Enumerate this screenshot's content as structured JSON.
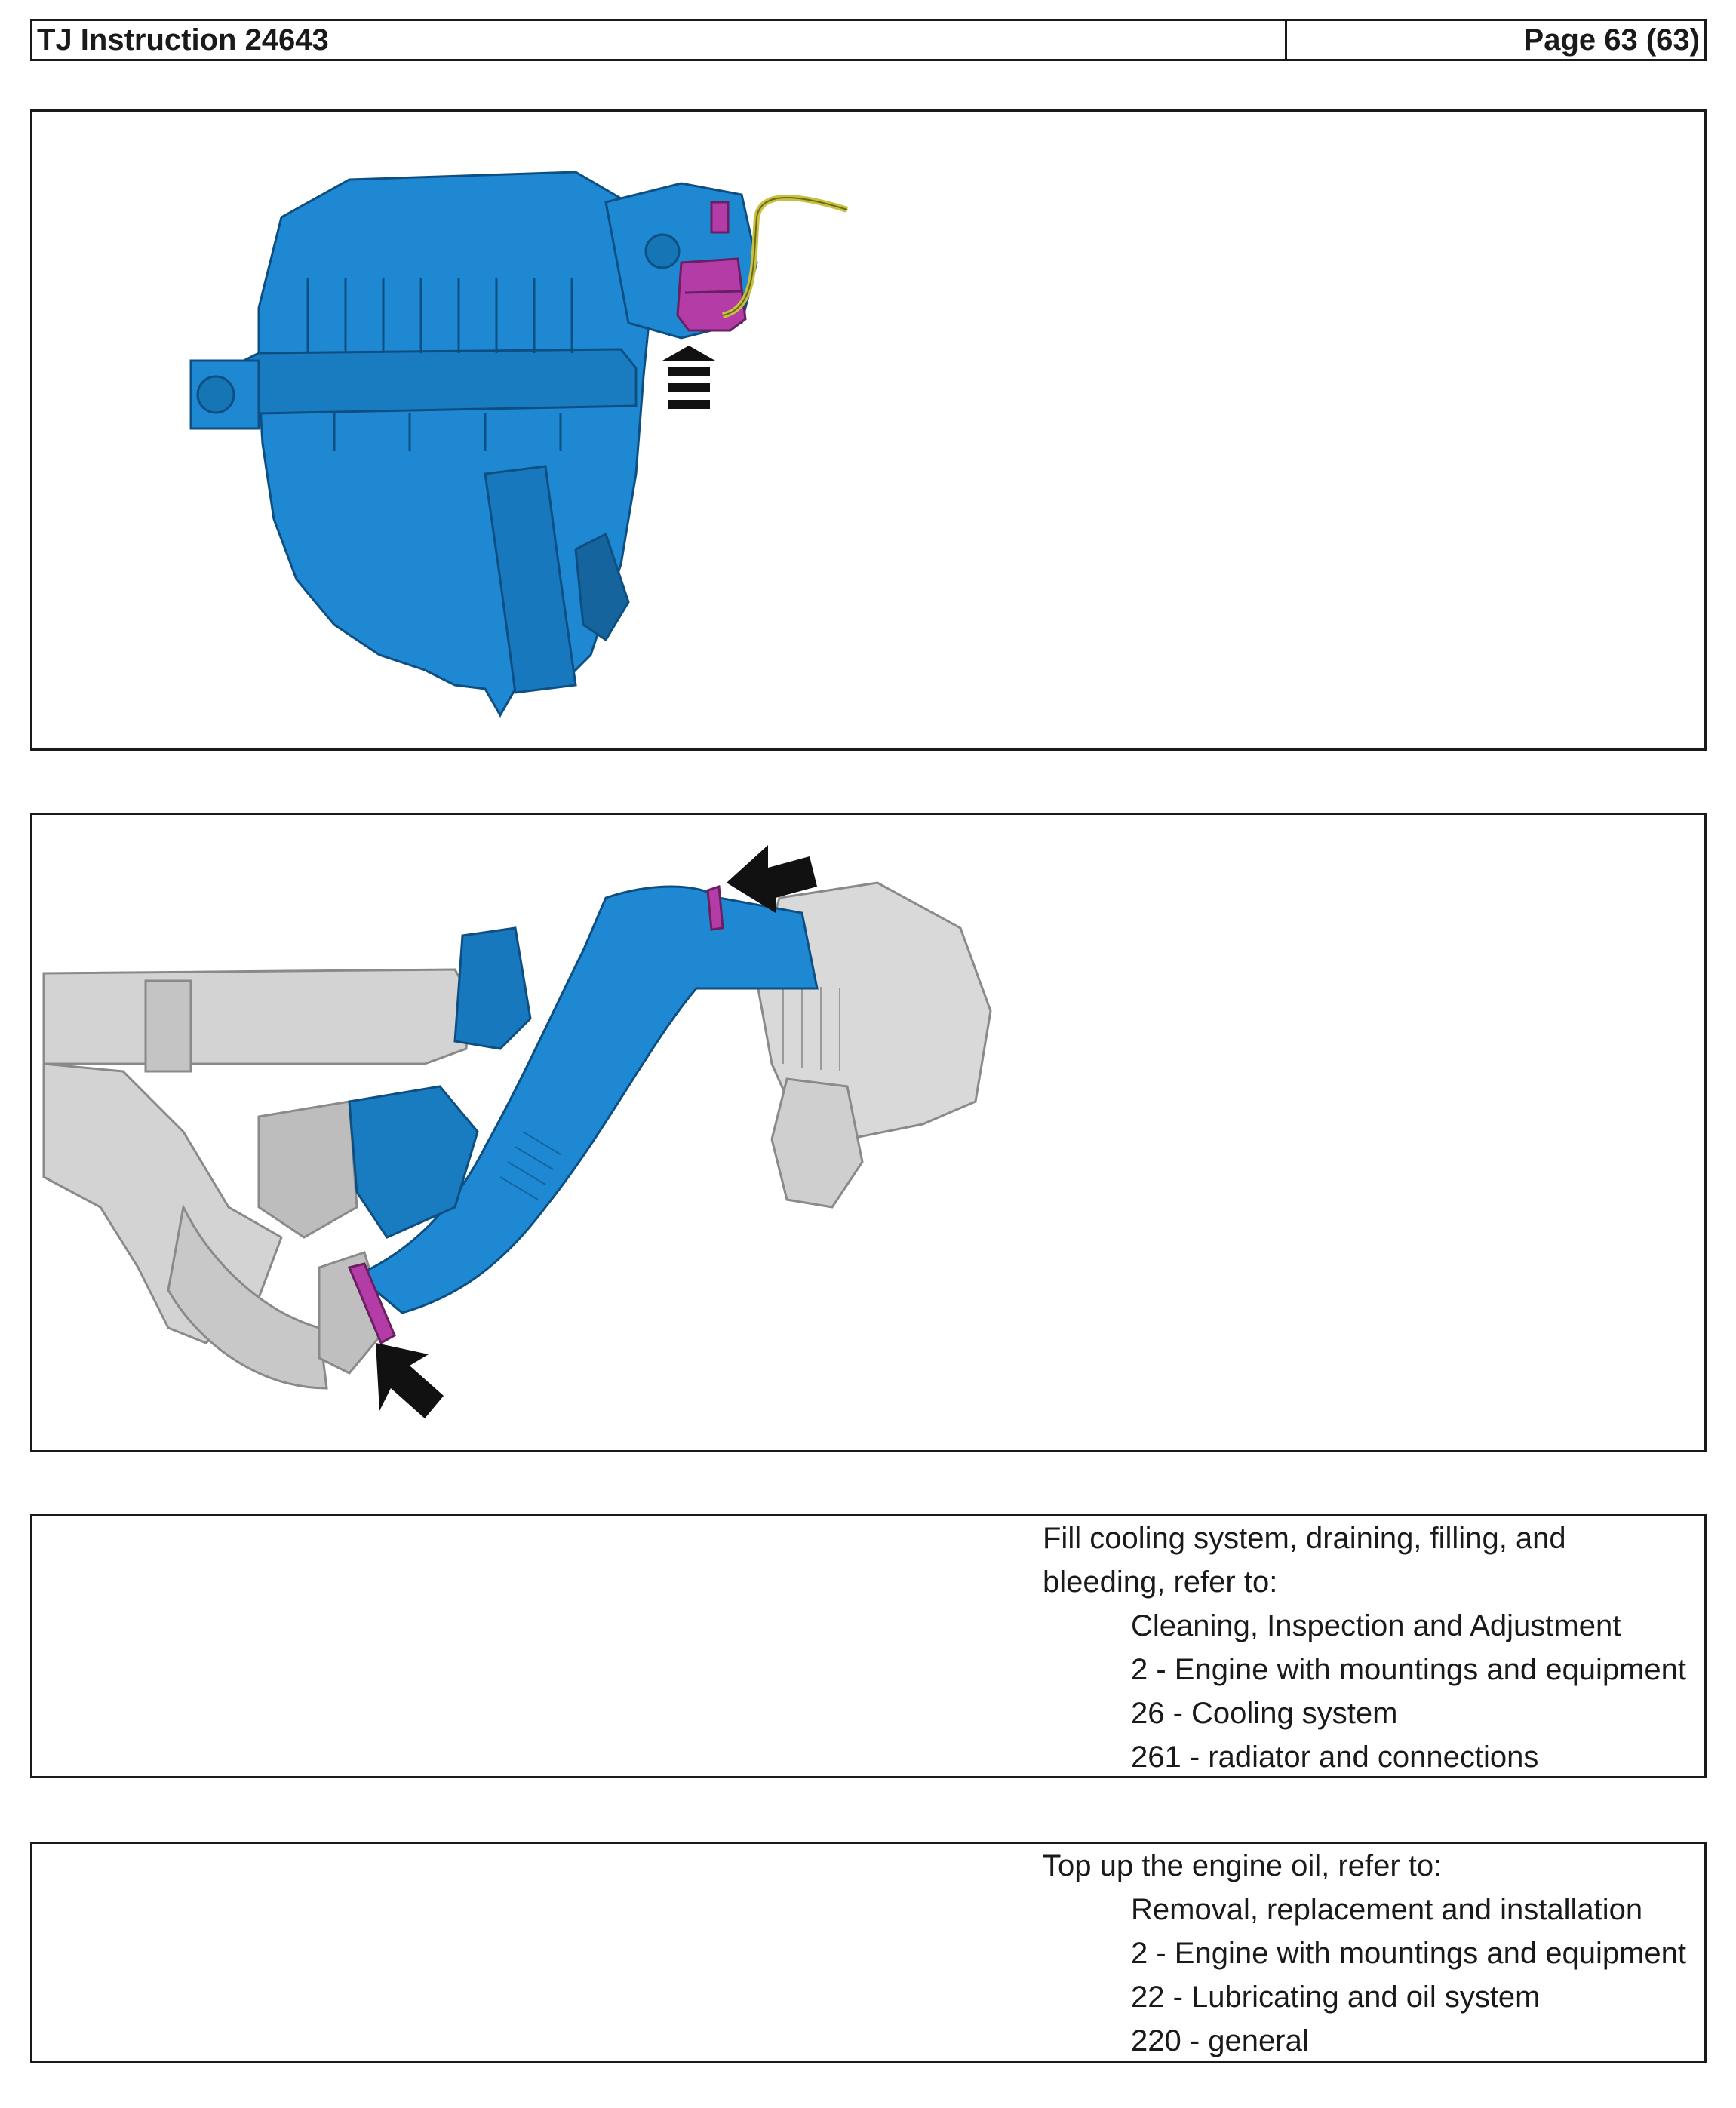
{
  "header": {
    "title": "TJ Instruction 24643",
    "page": "Page 63 (63)"
  },
  "colors": {
    "part_blue": "#1e88d2",
    "connector_magenta": "#b43ca6",
    "cable_yellow": "#c8c040",
    "engine_gray": "#cfcfcf"
  },
  "figure1": {
    "icons": [
      "air-filter-housing-icon",
      "sensor-connector-icon",
      "direction-arrow-icon"
    ]
  },
  "figure2": {
    "icons": [
      "intake-hose-icon",
      "engine-manifold-icon",
      "air-filter-box-icon",
      "clamp-arrow-icon"
    ]
  },
  "step_cooling": {
    "lead": "Fill cooling system, draining, filling, and bleeding, refer to:",
    "refs": [
      "Cleaning, Inspection and Adjustment",
      "2 - Engine with mountings and equipment",
      "26 - Cooling system",
      "261 - radiator and connections"
    ]
  },
  "step_oil": {
    "lead": "Top up the engine oil, refer to:",
    "refs": [
      "Removal, replacement and installation",
      "2 - Engine with mountings and equipment",
      "22 - Lubricating and oil system",
      "220 - general"
    ]
  }
}
